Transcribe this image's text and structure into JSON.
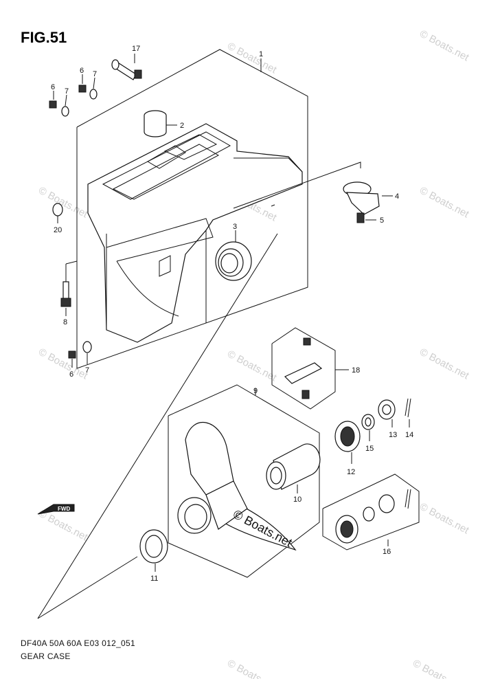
{
  "figure": {
    "title": "FIG.51",
    "footer_line1": "DF40A 50A 60A E03 012_051",
    "footer_line2": "GEAR CASE"
  },
  "watermark": {
    "text": "© Boats.net",
    "center_text": "© Boats.net"
  },
  "fwd_label": "FWD",
  "callouts": {
    "c1": "1",
    "c2": "2",
    "c3": "3",
    "c4": "4",
    "c5": "5",
    "c6a": "6",
    "c6b": "6",
    "c6c": "6",
    "c7a": "7",
    "c7b": "7",
    "c7c": "7",
    "c8": "8",
    "c9": "9",
    "c10": "10",
    "c11": "11",
    "c12": "12",
    "c13": "13",
    "c14": "14",
    "c15": "15",
    "c16": "16",
    "c17": "17",
    "c18": "18",
    "c20": "20"
  }
}
